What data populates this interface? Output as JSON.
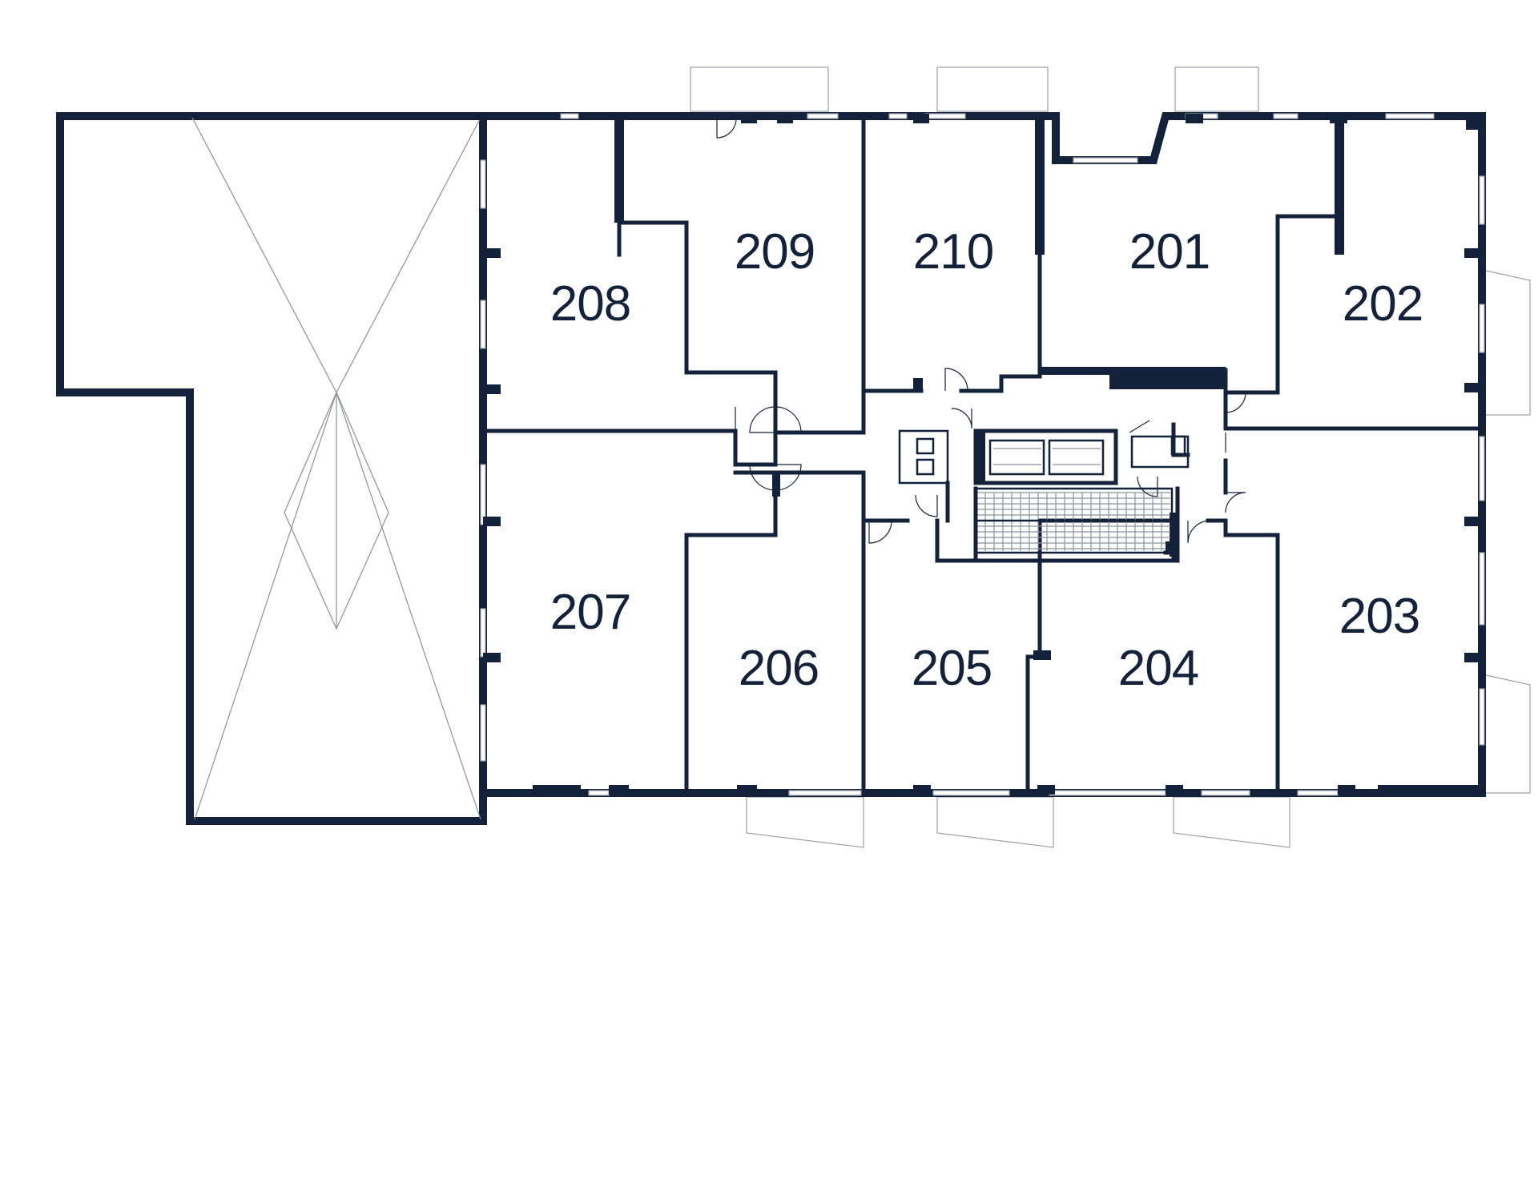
{
  "floor_plan": {
    "units": [
      {
        "id": "208",
        "label": "208"
      },
      {
        "id": "209",
        "label": "209"
      },
      {
        "id": "210",
        "label": "210"
      },
      {
        "id": "201",
        "label": "201"
      },
      {
        "id": "202",
        "label": "202"
      },
      {
        "id": "207",
        "label": "207"
      },
      {
        "id": "206",
        "label": "206"
      },
      {
        "id": "205",
        "label": "205"
      },
      {
        "id": "204",
        "label": "204"
      },
      {
        "id": "203",
        "label": "203"
      }
    ],
    "colors": {
      "walls": "#13223a",
      "background": "#ffffff",
      "roof_lines": "#8a919c"
    }
  }
}
